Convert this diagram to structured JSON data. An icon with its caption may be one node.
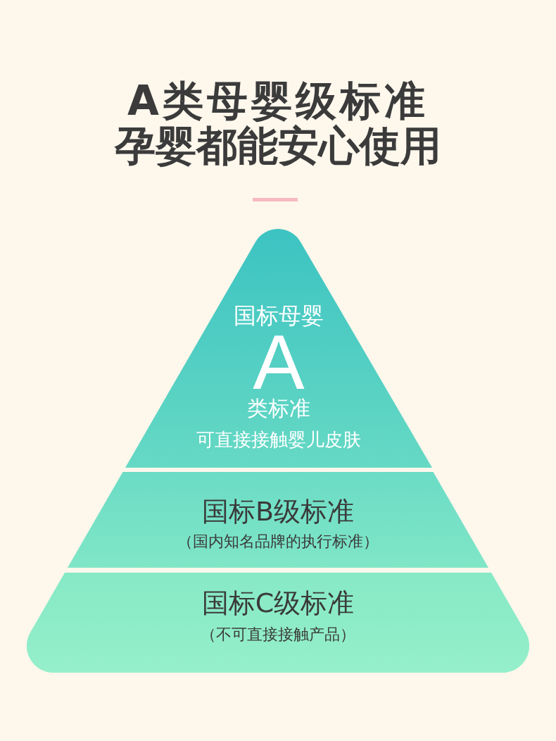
{
  "diagram": {
    "title": "A类母婴级标准孕婴都能安心使用",
    "nodes": [
      {
        "text": [
          "国标母婴",
          "A",
          "类标准",
          "可直接接触婴儿皮肤"
        ]
      },
      {
        "text": [
          "国标B级标准",
          "（国内知名品牌的执行标准）"
        ]
      },
      {
        "text": [
          "国标C级标准",
          "（不可直接接触产品）"
        ]
      }
    ]
  }
}
